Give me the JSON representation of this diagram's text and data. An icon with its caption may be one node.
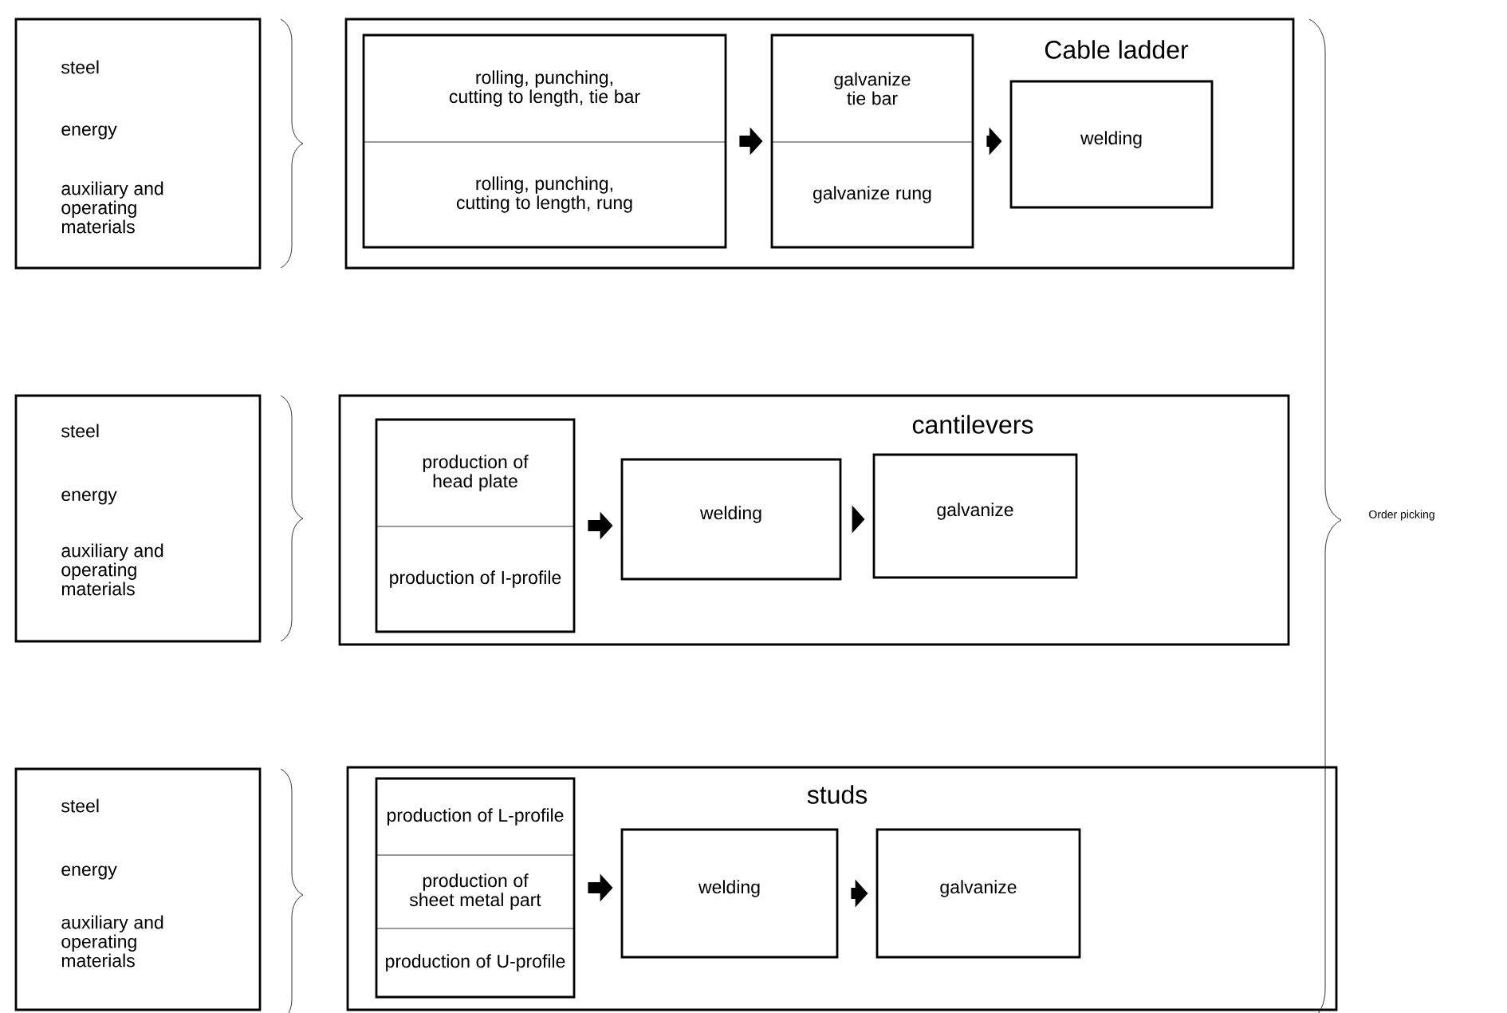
{
  "diagram": {
    "nodes": [
      {
        "text": [
          "steel",
          "energy",
          "auxiliary and operating materials"
        ]
      },
      {
        "text": [
          "Cable ladder"
        ]
      },
      {
        "text": [
          "rolling, punching, cutting to length, tie bar",
          "rolling, punching, cutting to length, rung"
        ],
        "in": 1
      },
      {
        "text": [
          "galvanize tie bar",
          "galvanize rung"
        ],
        "in": 1
      },
      {
        "text": [
          "welding"
        ],
        "in": 1
      },
      {
        "text": [
          "steel",
          "energy",
          "auxiliary and operating materials"
        ]
      },
      {
        "text": [
          "cantilevers"
        ]
      },
      {
        "text": [
          "production of head plate",
          "production of I-profile"
        ],
        "in": 6
      },
      {
        "text": [
          "welding"
        ],
        "in": 6
      },
      {
        "text": [
          "galvanize"
        ],
        "in": 6
      },
      {
        "text": [
          "steel",
          "energy",
          "auxiliary and operating materials"
        ]
      },
      {
        "text": [
          "studs"
        ]
      },
      {
        "text": [
          "production of L-profile",
          "production of sheet metal part",
          "production of U-profile"
        ],
        "in": 11
      },
      {
        "text": [
          "welding"
        ],
        "in": 11
      },
      {
        "text": [
          "galvanize"
        ],
        "in": 11
      }
    ],
    "edges": [
      {
        "from": 2,
        "to": 3,
        "arrow": "to"
      },
      {
        "from": 3,
        "to": 4,
        "arrow": "to"
      },
      {
        "from": 7,
        "to": 8,
        "arrow": "to"
      },
      {
        "from": 8,
        "to": 9,
        "arrow": "to"
      },
      {
        "from": 12,
        "to": 13,
        "arrow": "to"
      },
      {
        "from": 13,
        "to": 14,
        "arrow": "to"
      }
    ],
    "labels": [
      "Order picking"
    ]
  }
}
